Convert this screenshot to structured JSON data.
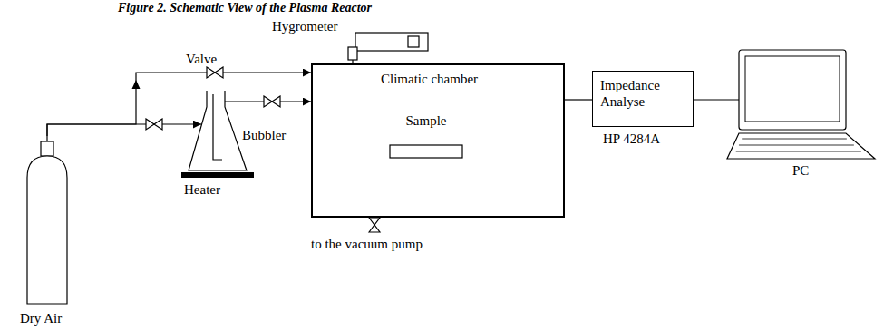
{
  "diagram": {
    "title": "Figure 2. Schematic View of the Plasma Reactor",
    "nodes": [
      {
        "text": [
          "Dry Air"
        ]
      },
      {
        "text": [
          "Bubbler"
        ]
      },
      {
        "text": [
          "Heater"
        ]
      },
      {
        "text": [
          "Hygrometer"
        ]
      },
      {
        "text": [
          "Climatic chamber"
        ]
      },
      {
        "text": [
          "Sample"
        ],
        "in": 4
      },
      {
        "text": [
          "Impedance Analyse",
          "HP 4284A"
        ]
      },
      {
        "text": [
          "PC"
        ]
      }
    ],
    "edges": [
      {
        "from": 0,
        "to": 4,
        "arrow": "to"
      },
      {
        "from": 0,
        "to": 1,
        "arrow": "to"
      },
      {
        "from": 1,
        "to": 4,
        "arrow": "to"
      },
      {
        "from": 4,
        "to": 6,
        "arrow": "none"
      },
      {
        "from": 6,
        "to": 7,
        "arrow": "none"
      }
    ],
    "labels": [
      "Valve",
      "to the vacuum pump"
    ]
  }
}
